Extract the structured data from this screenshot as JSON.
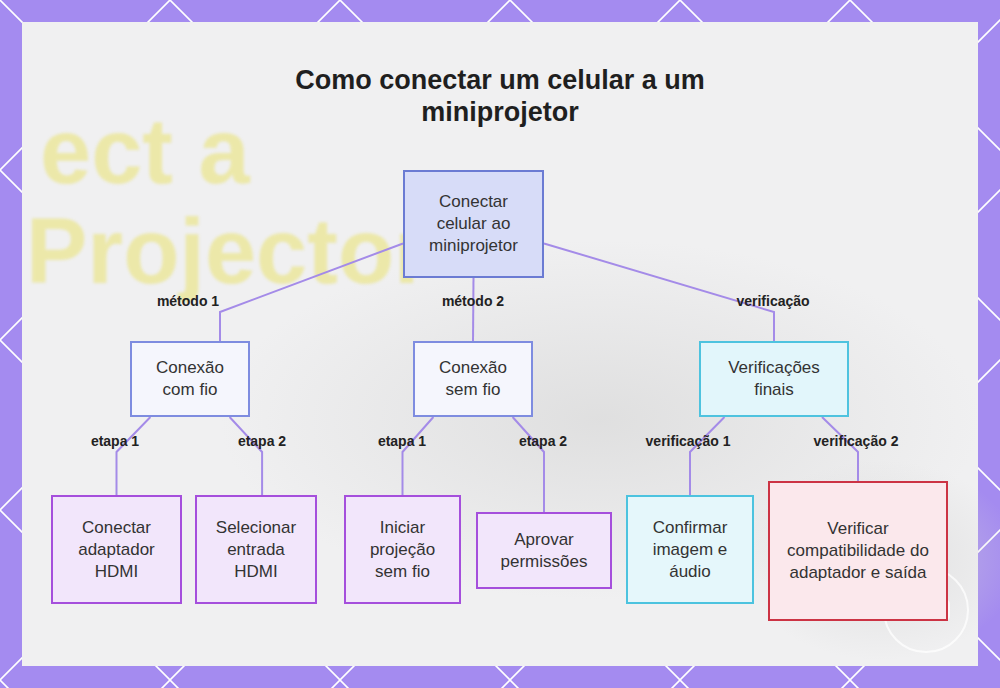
{
  "diagram": {
    "title": "Como conectar um celular a um miniprojetor",
    "nodes": [
      {
        "text": [
          "Conectar celular ao miniprojetor"
        ]
      },
      {
        "text": [
          "Conexão com fio"
        ]
      },
      {
        "text": [
          "Conexão sem fio"
        ]
      },
      {
        "text": [
          "Verificações finais"
        ]
      },
      {
        "text": [
          "Conectar adaptador HDMI"
        ]
      },
      {
        "text": [
          "Selecionar entrada HDMI"
        ]
      },
      {
        "text": [
          "Iniciar projeção sem fio"
        ]
      },
      {
        "text": [
          "Aprovar permissões"
        ]
      },
      {
        "text": [
          "Confirmar imagem e áudio"
        ]
      },
      {
        "text": [
          "Verificar compatibilidade do adaptador e saída"
        ]
      }
    ],
    "edges": [
      {
        "from": 0,
        "to": 1,
        "label": "método 1",
        "arrow": "none"
      },
      {
        "from": 0,
        "to": 2,
        "label": "método 2",
        "arrow": "none"
      },
      {
        "from": 0,
        "to": 3,
        "label": "verificação",
        "arrow": "none"
      },
      {
        "from": 1,
        "to": 4,
        "label": "etapa 1",
        "arrow": "none"
      },
      {
        "from": 1,
        "to": 5,
        "label": "etapa 2",
        "arrow": "none"
      },
      {
        "from": 2,
        "to": 6,
        "label": "etapa 1",
        "arrow": "none"
      },
      {
        "from": 2,
        "to": 7,
        "label": "etapa 2",
        "arrow": "none"
      },
      {
        "from": 3,
        "to": 8,
        "label": "verificação 1",
        "arrow": "none"
      },
      {
        "from": 3,
        "to": 9,
        "label": "verificação 2",
        "arrow": "none"
      }
    ],
    "labels": [
      "ect a",
      "Projector"
    ]
  }
}
